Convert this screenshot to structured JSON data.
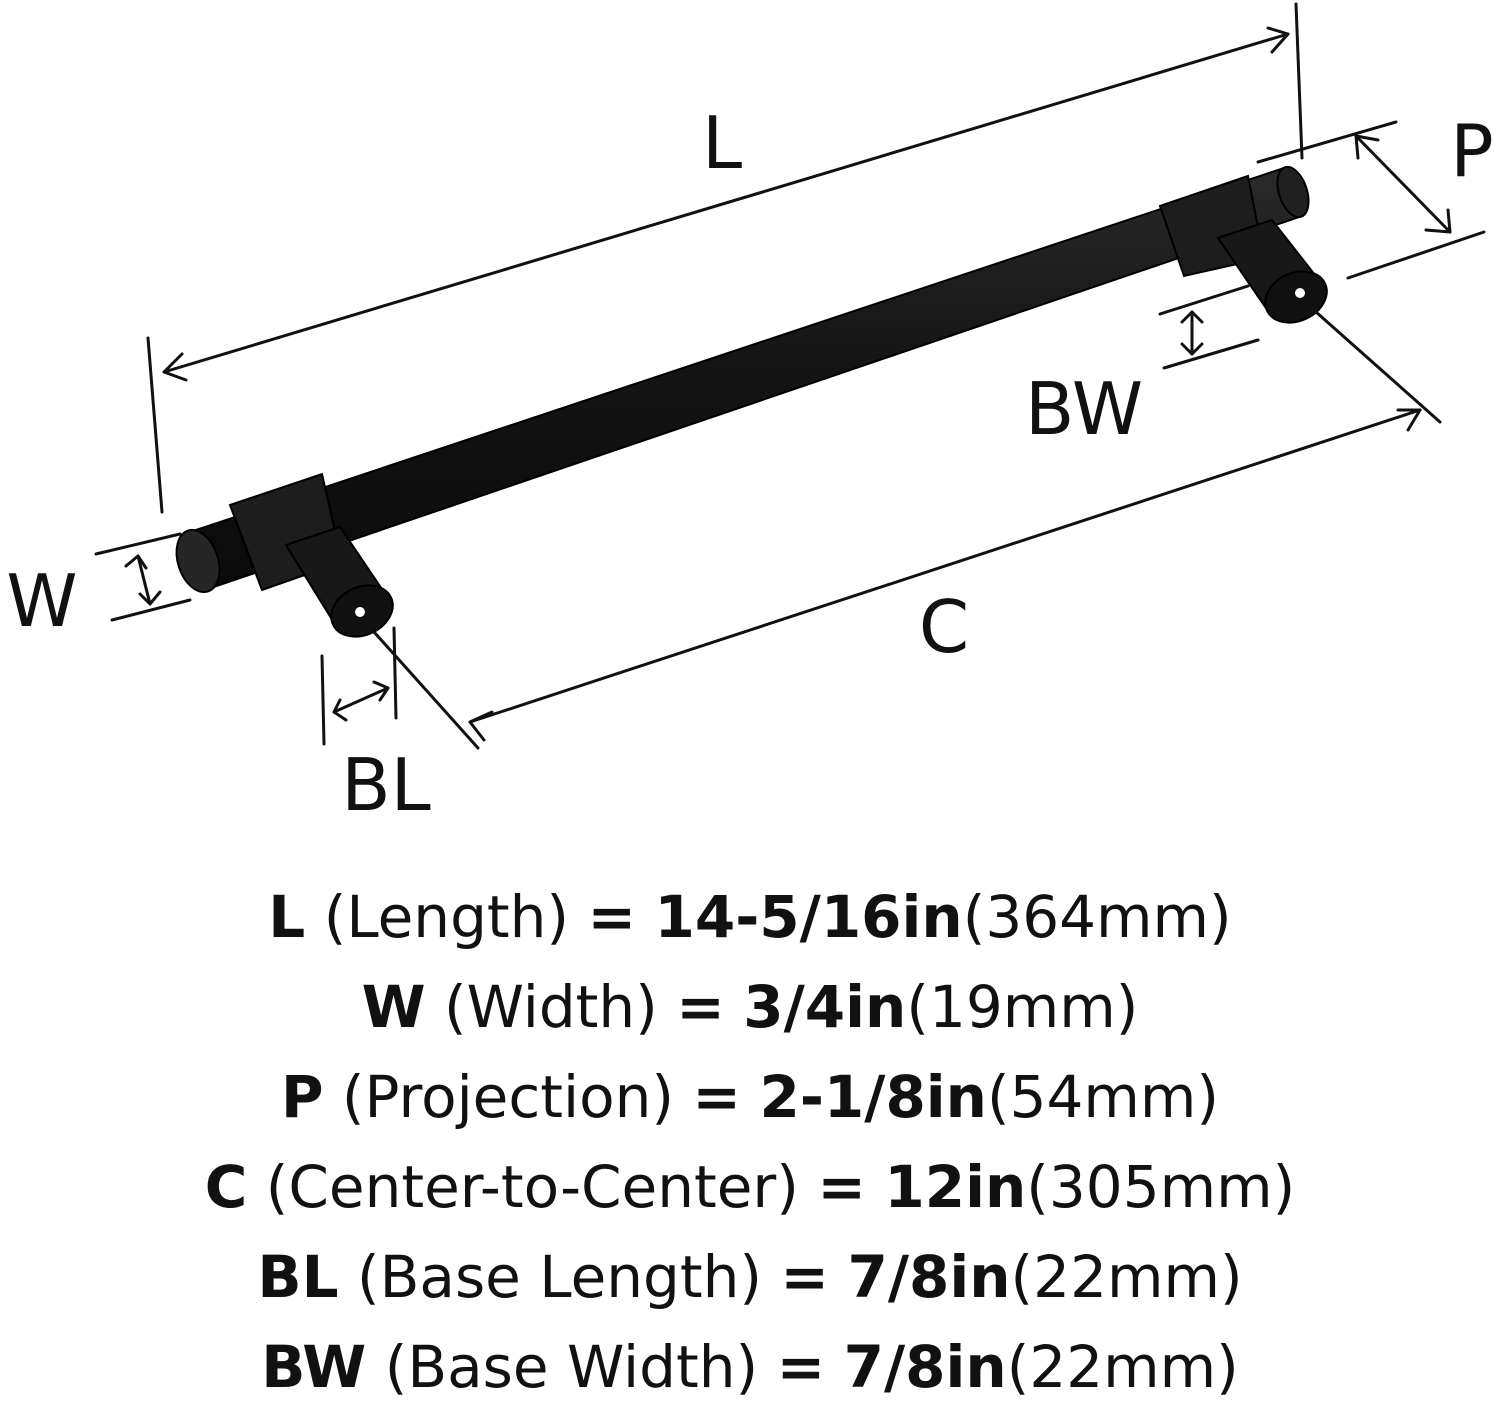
{
  "diagram": {
    "labels": {
      "L": "L",
      "P": "P",
      "BW": "BW",
      "W": "W",
      "C": "C",
      "BL": "BL"
    }
  },
  "specs": [
    {
      "key": "L",
      "name": "(Length)",
      "eq": "=",
      "imperial": "14-5/16in",
      "metric": "(364mm)"
    },
    {
      "key": "W",
      "name": "(Width)",
      "eq": "=",
      "imperial": "3/4in",
      "metric": "(19mm)"
    },
    {
      "key": "P",
      "name": "(Projection)",
      "eq": "=",
      "imperial": "2-1/8in",
      "metric": "(54mm)"
    },
    {
      "key": "C",
      "name": "(Center-to-Center)",
      "eq": "=",
      "imperial": "12in",
      "metric": "(305mm)"
    },
    {
      "key": "BL",
      "name": "(Base Length)",
      "eq": "=",
      "imperial": "7/8in",
      "metric": "(22mm)"
    },
    {
      "key": "BW",
      "name": "(Base Width)",
      "eq": "=",
      "imperial": "7/8in",
      "metric": "(22mm)"
    }
  ],
  "colors": {
    "product": "#1a1a1a",
    "line": "#111111",
    "background": "#ffffff"
  }
}
